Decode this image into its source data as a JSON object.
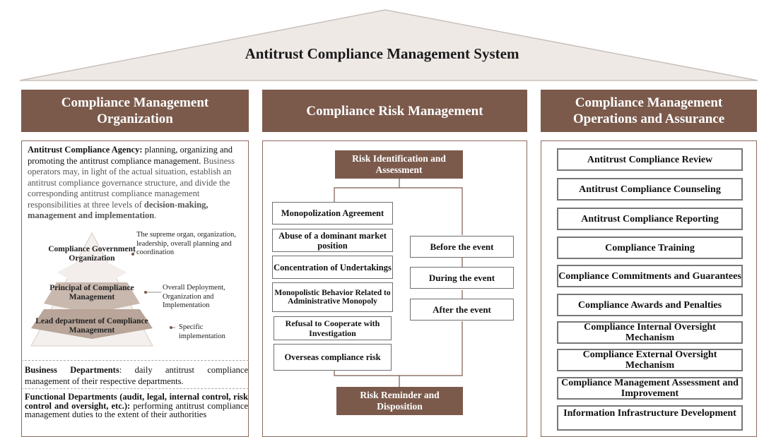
{
  "title": "Antitrust Compliance Management System",
  "columns": {
    "organization": {
      "heading": "Compliance Management Organization",
      "agency_label": "Antitrust Compliance Agency:",
      "agency_text_1": "planning, organizing and promoting the antitrust compliance management.",
      "agency_text_2": "Business operators may, in light of the actual situation, establish an antitrust compliance governance structure, and divide the corresponding antitrust compliance management responsibilities at three levels of",
      "agency_bold": "decision-making, management and implementation",
      "agency_end": ".",
      "pyramid": [
        {
          "label": "Compliance Government Organization",
          "note": "The supreme organ, organization, leadership, overall planning and coordination"
        },
        {
          "label": "Principal of Compliance Management",
          "note": "Overall Deployment, Organization and Implementation"
        },
        {
          "label": "Lead department of Compliance Management",
          "note": "Specific implementation"
        }
      ],
      "business_label": "Business Departments",
      "business_text": ": daily antitrust compliance management of their respective departments.",
      "functional_label": "Functional Departments (audit, legal, internal control, risk control and oversight, etc.):",
      "functional_text": "performing antitrust compliance management duties to the extent of their authorities"
    },
    "risk": {
      "heading": "Compliance Risk Management",
      "top_box": "Risk Identification and Assessment",
      "bottom_box": "Risk Reminder and Disposition",
      "risk_items": [
        "Monopolization Agreement",
        "Abuse of a dominant market position",
        "Concentration of Undertakings",
        "Monopolistic Behavior Related to Administrative Monopoly",
        "Refusal to Cooperate with Investigation",
        "Overseas compliance risk"
      ],
      "timing_items": [
        "Before the event",
        "During the event",
        "After the event"
      ]
    },
    "operations": {
      "heading": "Compliance Management Operations and Assurance",
      "items": [
        "Antitrust Compliance Review",
        "Antitrust Compliance Counseling",
        "Antitrust Compliance Reporting",
        "Compliance Training",
        "Compliance Commitments and Guarantees",
        "Compliance Awards and Penalties",
        "Compliance Internal Oversight Mechanism",
        "Compliance External Oversight Mechanism",
        "Compliance Management Assessment and Improvement",
        "Information Infrastructure Development"
      ]
    }
  },
  "colors": {
    "brown": "#7b5a4c",
    "roof": "#efe9e6",
    "pyramid": "#c8b8ae"
  }
}
